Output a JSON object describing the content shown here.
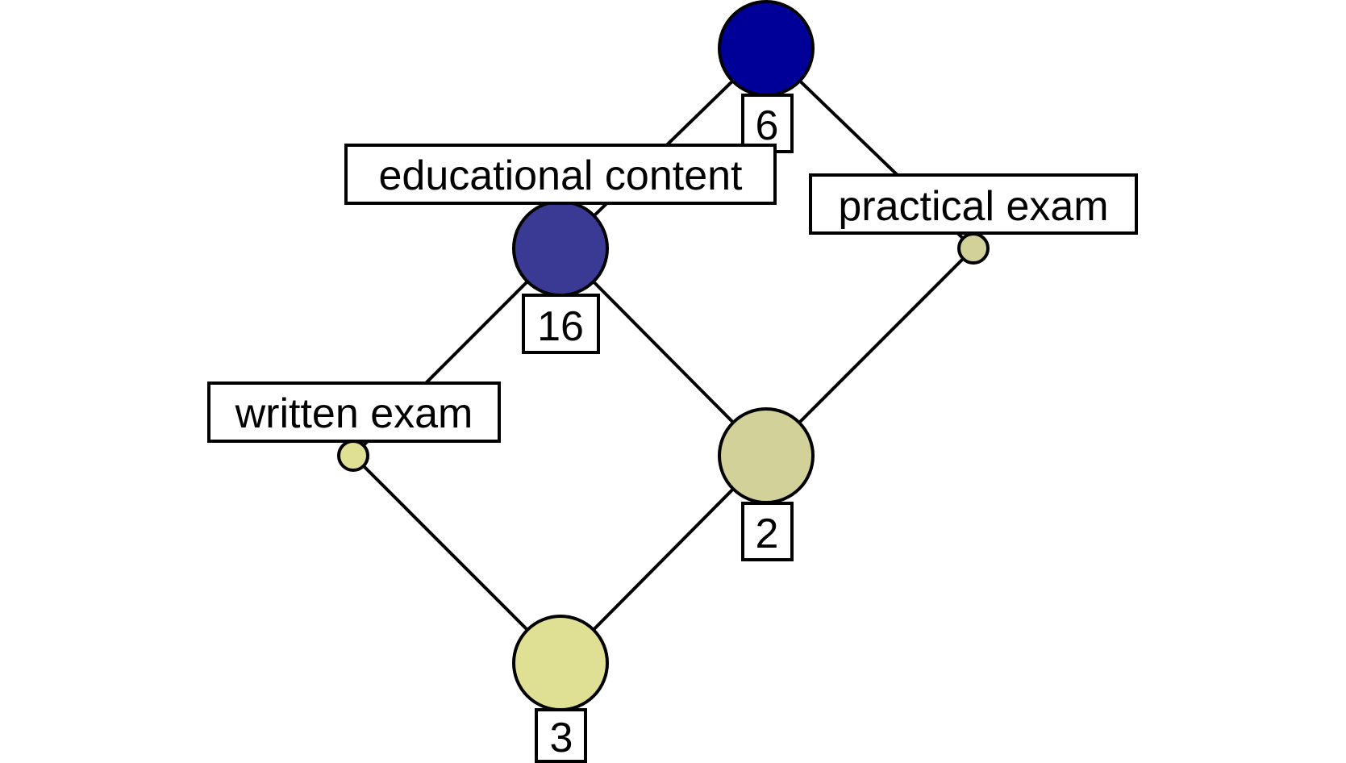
{
  "diagram": {
    "type": "concept lattice",
    "colors": {
      "top_node": "#000099",
      "educational_content_node": "#3a3a94",
      "mid_node": "#d1d199",
      "bottom_node": "#e0e094",
      "practical_exam_node": "#d1d199",
      "written_exam_node": "#e0e094",
      "line": "#000000",
      "label_box": "#ffffff"
    },
    "nodes": {
      "top": {
        "count": "6"
      },
      "educational_content": {
        "label": "educational content",
        "count": "16"
      },
      "practical_exam": {
        "label": "practical exam"
      },
      "mid": {
        "count": "2"
      },
      "written_exam": {
        "label": "written exam"
      },
      "bottom": {
        "count": "3"
      }
    },
    "edges": [
      [
        "top",
        "educational_content"
      ],
      [
        "top",
        "practical_exam"
      ],
      [
        "educational_content",
        "written_exam"
      ],
      [
        "educational_content",
        "mid"
      ],
      [
        "practical_exam",
        "mid"
      ],
      [
        "written_exam",
        "bottom"
      ],
      [
        "mid",
        "bottom"
      ]
    ]
  }
}
